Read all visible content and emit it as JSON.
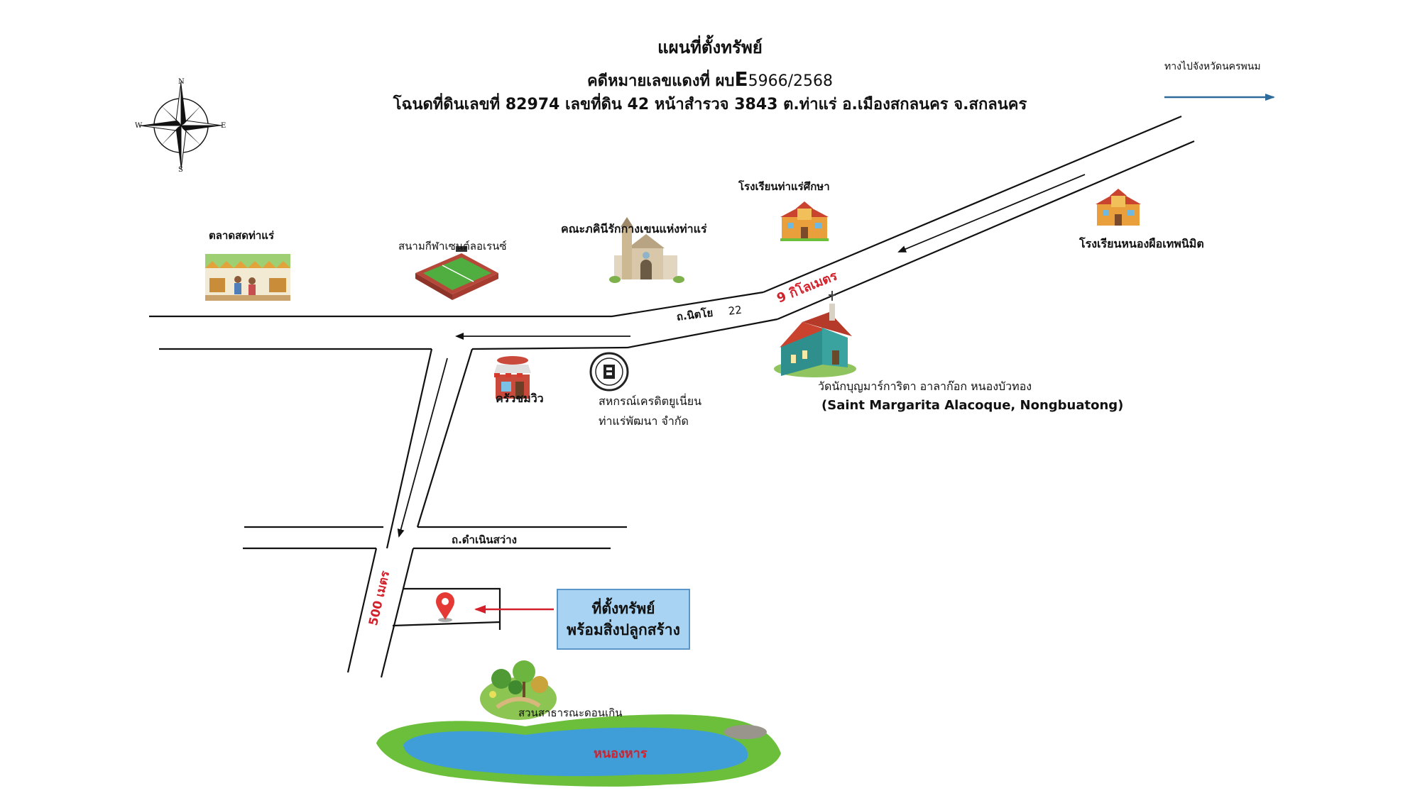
{
  "title": {
    "line1": "แผนที่ตั้งทรัพย์",
    "line2_prefix": "คดีหมายเลขแดงที่ ผบ",
    "line2_letter": "E",
    "line2_number": "5966/2568",
    "line3": "โฉนดที่ดินเลขที่ 82974 เลขที่ดิน 42 หน้าสำรวจ 3843 ต.ท่าแร่ อ.เมืองสกลนคร จ.สกลนคร"
  },
  "compass": {
    "n": "N",
    "s": "S",
    "e": "E",
    "w": "W"
  },
  "direction_label": "ทางไปจังหวัดนครพนม",
  "landmarks": {
    "market": "ตลาดสดท่าแร่",
    "stadium": "สนามกีฬาเซนต์ลอเรนซ์",
    "convent": "คณะภคินีรักกางเขนแห่งท่าแร่",
    "school_thare": "โรงเรียนท่าแร่ศึกษา",
    "school_nongphue": "โรงเรียนหนองผือเทพนิมิต",
    "church_th": "วัดนักบุญมาร์การิตา อาลาก๊อก หนองบัวทอง",
    "church_en": "(Saint Margarita Alacoque, Nongbuatong)",
    "restaurant": "ครัวชมวิว",
    "coop_line1": "สหกรณ์เครดิตยูเนี่ยน",
    "coop_line2": "ท่าแร่พัฒนา จำกัด",
    "park": "สวนสาธารณะดอนเกิน",
    "lake": "หนองหาร"
  },
  "roads": {
    "nittayo_name": "ถ.นิตโย",
    "nittayo_number": "22",
    "damnoen": "ถ.ดำเนินสว่าง"
  },
  "distances": {
    "nine_km": "9 กิโลเมตร",
    "five_hundred_m": "500 เมตร"
  },
  "property_callout": {
    "line1": "ที่ตั้งทรัพย์",
    "line2": "พร้อมสิ่งปลูกสร้าง"
  },
  "colors": {
    "road": "#111111",
    "distance_text": "#d4202a",
    "callout_bg": "#a9d3f2",
    "callout_border": "#5a96c9",
    "arrow_red": "#d4202a",
    "direction_arrow": "#2e6b9a",
    "lake": "#3f9ed8",
    "grass": "#6cbf3a"
  },
  "icons": [
    "compass-rose-icon",
    "market-icon",
    "stadium-icon",
    "convent-icon",
    "school-icon",
    "church-icon",
    "restaurant-icon",
    "coop-logo-icon",
    "location-pin-icon",
    "park-icon",
    "lake-icon"
  ]
}
